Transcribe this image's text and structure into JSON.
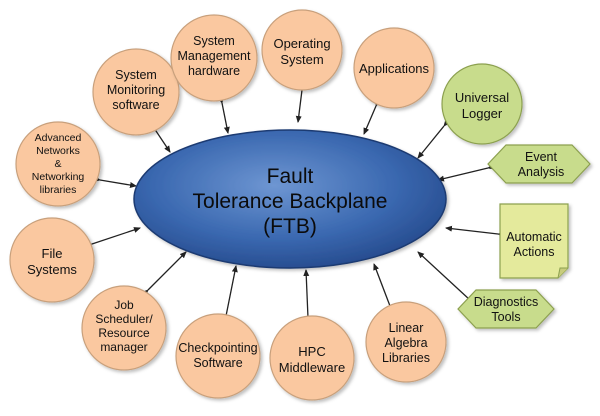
{
  "center": {
    "lines": [
      "Fault",
      "Tolerance Backplane",
      "(FTB)"
    ]
  },
  "colors": {
    "orange_fill": "#fac8a0",
    "orange_stroke": "#c8a07c",
    "green_fill": "#c8dc8c",
    "green_stroke": "#8ca050",
    "ellipse_fill": "#2e5aa0",
    "ellipse_light": "#6e96d2"
  },
  "nodes": {
    "system_monitoring": [
      "System",
      "Monitoring",
      "software"
    ],
    "system_management": [
      "System",
      "Management",
      "hardware"
    ],
    "operating_system": [
      "Operating",
      "System"
    ],
    "applications": [
      "Applications"
    ],
    "advanced_networks": [
      "Advanced",
      "Networks",
      "&",
      "Networking",
      "libraries"
    ],
    "file_systems": [
      "File",
      "Systems"
    ],
    "job_scheduler": [
      "Job",
      "Scheduler/",
      "Resource",
      "manager"
    ],
    "checkpointing": [
      "Checkpointing",
      "Software"
    ],
    "hpc_middleware": [
      "HPC",
      "Middleware"
    ],
    "linear_algebra": [
      "Linear",
      "Algebra",
      "Libraries"
    ],
    "universal_logger": [
      "Universal",
      "Logger"
    ],
    "event_analysis": [
      "Event",
      "Analysis"
    ],
    "automatic_actions": [
      "Automatic",
      "Actions"
    ],
    "diagnostics_tools": [
      "Diagnostics",
      "Tools"
    ]
  }
}
